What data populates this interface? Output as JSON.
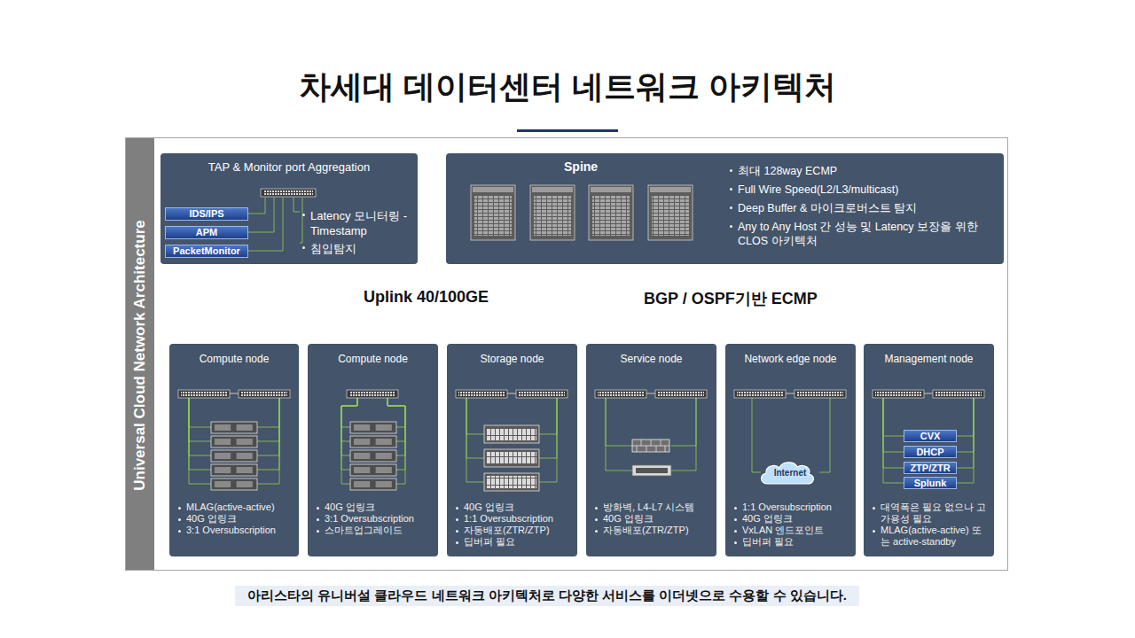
{
  "diagram": {
    "title": "차세대 데이터센터 네트워크 아키텍처",
    "caption": "아리스타의 유니버설 클라우드 네트워크 아키텍처로 다양한 서비스를 이더넷으로 수용할 수 있습니다.",
    "nodes": [
      {
        "text": [
          "Universal Cloud Network Architecture"
        ]
      },
      {
        "text": [
          "TAP & Monitor port Aggregation",
          "Latency 모니터링 - Timestamp",
          "침입탐지"
        ],
        "in": 0
      },
      {
        "text": [
          "IDS/IPS"
        ],
        "in": 1
      },
      {
        "text": [
          "APM"
        ],
        "in": 1
      },
      {
        "text": [
          "PacketMonitor"
        ],
        "in": 1
      },
      {
        "text": [
          "Spine",
          "최대 128way ECMP",
          "Full Wire Speed(L2/L3/multicast)",
          "Deep Buffer & 마이크로버스트 탐지",
          "Any to Any Host 간 성능 및 Latency 보장을 위한 CLOS 아키텍처"
        ],
        "in": 0
      },
      {
        "text": [
          "Compute node",
          "MLAG(active-active)",
          "40G 업링크",
          "3:1 Oversubscription"
        ],
        "in": 0
      },
      {
        "text": [
          "Compute node",
          "40G 업링크",
          "3:1 Oversubscription",
          "스마트업그레이드"
        ],
        "in": 0
      },
      {
        "text": [
          "Storage node",
          "40G 업링크",
          "1:1 Oversubscription",
          "자동배포(ZTR/ZTP)",
          "딥버퍼 필요"
        ],
        "in": 0
      },
      {
        "text": [
          "Service node",
          "방화벽, L4-L7 시스템",
          "40G 업링크",
          "자동배포(ZTR/ZTP)"
        ],
        "in": 0
      },
      {
        "text": [
          "Network edge node",
          "1:1 Oversubscription",
          "40G 업링크",
          "VxLAN 엔드포인트",
          "딥버퍼 필요"
        ],
        "in": 0
      },
      {
        "text": [
          "Internet"
        ],
        "in": 10
      },
      {
        "text": [
          "Management node",
          "대역폭은 필요 없으나 고가용성 필요",
          "MLAG(active-active) 또는 active-standby"
        ],
        "in": 0
      },
      {
        "text": [
          "CVX"
        ],
        "in": 12
      },
      {
        "text": [
          "DHCP"
        ],
        "in": 12
      },
      {
        "text": [
          "ZTP/ZTR"
        ],
        "in": 12
      },
      {
        "text": [
          "Splunk"
        ],
        "in": 12
      }
    ],
    "edges": [
      {
        "from": 5,
        "to": 6,
        "arrow": "none"
      },
      {
        "from": 5,
        "to": 7,
        "arrow": "none"
      },
      {
        "from": 5,
        "to": 8,
        "arrow": "none"
      },
      {
        "from": 5,
        "to": 9,
        "arrow": "none"
      },
      {
        "from": 5,
        "to": 10,
        "arrow": "none"
      },
      {
        "from": 5,
        "to": 12,
        "arrow": "none"
      }
    ],
    "labels": [
      "Uplink 40/100GE",
      "BGP / OSPF기반 ECMP"
    ]
  }
}
